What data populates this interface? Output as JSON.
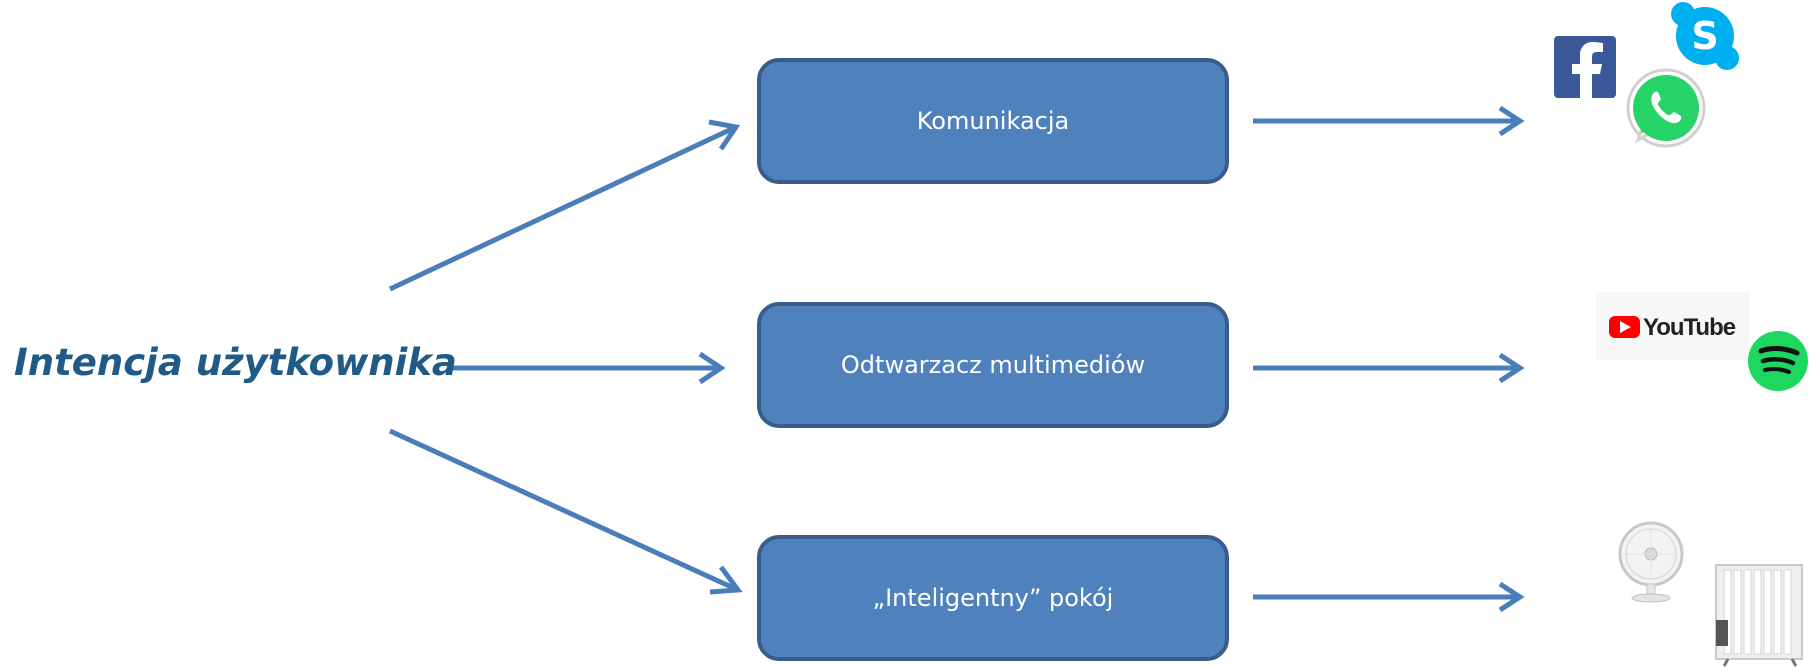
{
  "diagram": {
    "source_label": "Intencja użytkownika",
    "nodes": [
      {
        "label": "Komunikacja",
        "icons": [
          "facebook-icon",
          "skype-icon",
          "whatsapp-icon"
        ]
      },
      {
        "label": "Odtwarzacz multimediów",
        "icons": [
          "youtube-icon",
          "spotify-icon"
        ]
      },
      {
        "label": "„Inteligentny” pokój",
        "icons": [
          "desk-fan-icon",
          "oil-heater-icon"
        ]
      }
    ],
    "youtube_wordmark": "YouTube"
  },
  "colors": {
    "arrow": "#4a7ebb",
    "box_fill": "#4f81bd",
    "box_border": "#385d8a",
    "source_text": "#1f5b86",
    "facebook": "#3b5998",
    "skype": "#00aff0",
    "whatsapp": "#25d366",
    "youtube": "#ff0000",
    "spotify": "#1ed760"
  }
}
